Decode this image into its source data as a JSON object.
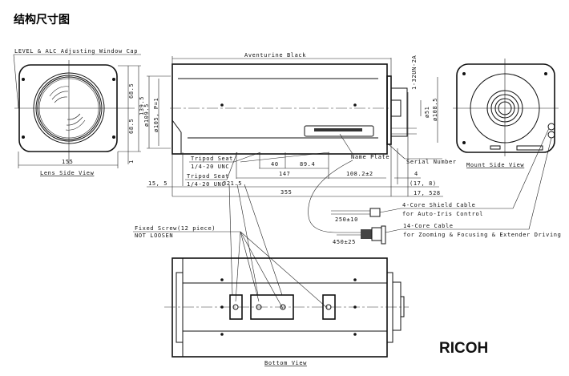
{
  "title": "结构尺寸图",
  "lens_view": {
    "label": "Lens Side View",
    "callout": "LEVEL & ALC Adjusting Window Cap",
    "dims": {
      "width": "155",
      "height": "139.5",
      "upper": "68.5",
      "lower": "68.5",
      "offset": "1"
    }
  },
  "side_view": {
    "finish": "Aventurine Black",
    "dia_outer": "ø109.5",
    "dia_inner": "ø105, P=1",
    "thread": "1-32UN-2A",
    "dia_mount": "ø51",
    "dia_flange": "ø108.5",
    "tripod1": {
      "label": "Tripod Seat",
      "spec": "1/4-20 UNC"
    },
    "tripod2": {
      "label": "Tripod Seat",
      "spec": "1/4-20 UNC"
    },
    "name_plate": "Name Plate",
    "serial_number": "Serial Number",
    "dims": {
      "d40": "40",
      "d89": "89.4",
      "d147": "147",
      "d108": "108.2±2",
      "d4": "4",
      "d321": "321.5",
      "d178": "(17, 8)",
      "d355": "355",
      "d17528": "17, 528",
      "d155": "15, 5"
    }
  },
  "mount_view": {
    "label": "Mount Side View"
  },
  "cables": {
    "c4_line1": "4-Core Shield Cable",
    "c4_line2": "for Auto-Iris Control",
    "c4_len": "250±10",
    "c14_line1": "14-Core Cable",
    "c14_line2": "for Zooming & Focusing & Extender Driving",
    "c14_len": "450±25"
  },
  "screws": {
    "line1": "Fixed Screw(12 piece)",
    "line2": "NOT LOOSEN"
  },
  "bottom_view": {
    "label": "Bottom View"
  },
  "brand": "RICOH"
}
